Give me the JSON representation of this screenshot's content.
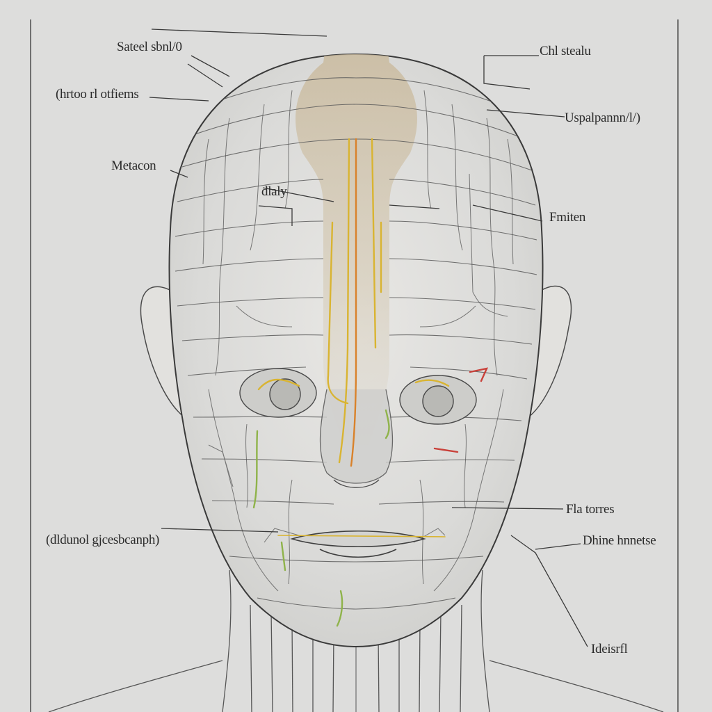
{
  "palette": {
    "background": "#dddddc",
    "ink": "#3a3a3a",
    "nerve_yellow": "#d9b431",
    "nerve_orange": "#d9822b",
    "nerve_red": "#c9413a",
    "nerve_green": "#8fb34a",
    "spine_tan": "#c8b79b"
  },
  "labels": {
    "top_left": "Sateel sbnl/0",
    "upper_left": "(hrtoo rl otfiems",
    "mid_left": "Metacon",
    "inner": "dlaly",
    "lower_left": "(dldunol gjcesbcanph)",
    "top_right": "Chl stealu",
    "upper_right": "Uspalpannn/l/)",
    "mid_right": "Fmiten",
    "lower_right_1": "Fla torres",
    "lower_right_2": "Dhine hnnetse",
    "bottom_right": "Ideisrfl"
  }
}
